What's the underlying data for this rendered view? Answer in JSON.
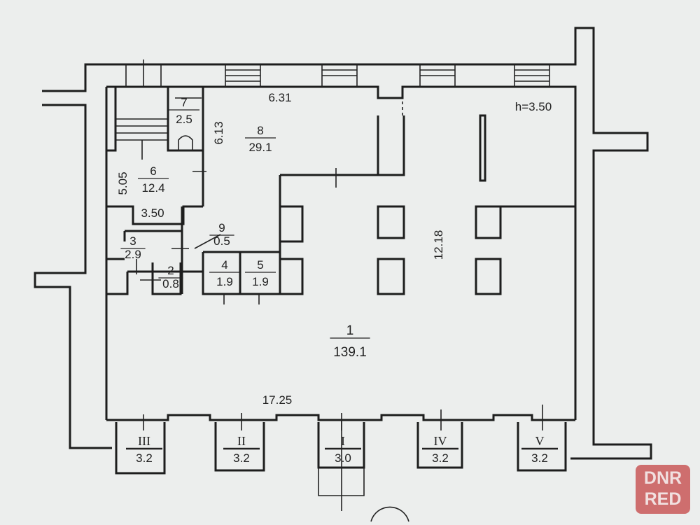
{
  "plan": {
    "ceiling_height": "h=3.50",
    "dimensions": {
      "room8_width": "6.31",
      "room8_height": "6.13",
      "room6_height": "5.05",
      "room6_width": "3.50",
      "hall_depth": "12.18",
      "hall_width": "17.25"
    },
    "rooms": [
      {
        "number": "1",
        "area": "139.1"
      },
      {
        "number": "2",
        "area": "0.8"
      },
      {
        "number": "3",
        "area": "2.9"
      },
      {
        "number": "4",
        "area": "1.9"
      },
      {
        "number": "5",
        "area": "1.9"
      },
      {
        "number": "6",
        "area": "12.4"
      },
      {
        "number": "7",
        "area": "2.5"
      },
      {
        "number": "8",
        "area": "29.1"
      },
      {
        "number": "9",
        "area": "0.5"
      }
    ],
    "vestibules": [
      {
        "number": "III",
        "area": "3.2"
      },
      {
        "number": "II",
        "area": "3.2"
      },
      {
        "number": "I",
        "area": "3.0"
      },
      {
        "number": "IV",
        "area": "3.2"
      },
      {
        "number": "V",
        "area": "3.2"
      }
    ]
  },
  "watermark": {
    "line1": "DNR",
    "line2": "RED"
  }
}
